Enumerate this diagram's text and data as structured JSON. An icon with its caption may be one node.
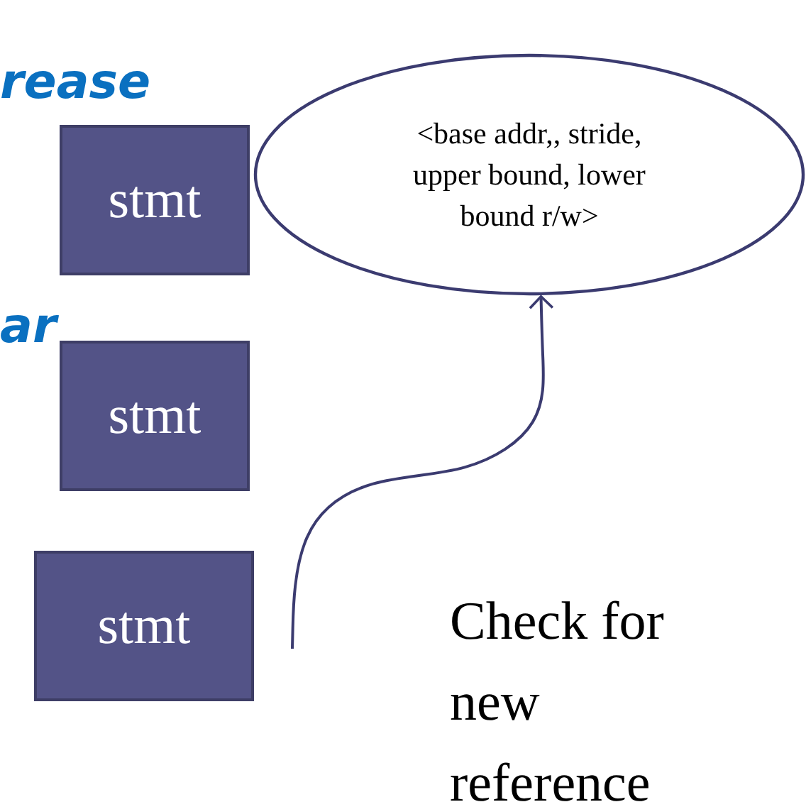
{
  "diagram": {
    "nodes": [
      {
        "text": [
          "stmt"
        ]
      },
      {
        "text": [
          "stmt"
        ]
      },
      {
        "text": [
          "stmt"
        ]
      },
      {
        "text": [
          "<base addr,, stride, upper bound, lower bound  r/w>"
        ]
      }
    ],
    "edges": [
      {
        "from": null,
        "to": 3,
        "arrow": "to"
      }
    ],
    "labels": [
      "rease",
      "ar",
      "Check for new reference"
    ]
  }
}
